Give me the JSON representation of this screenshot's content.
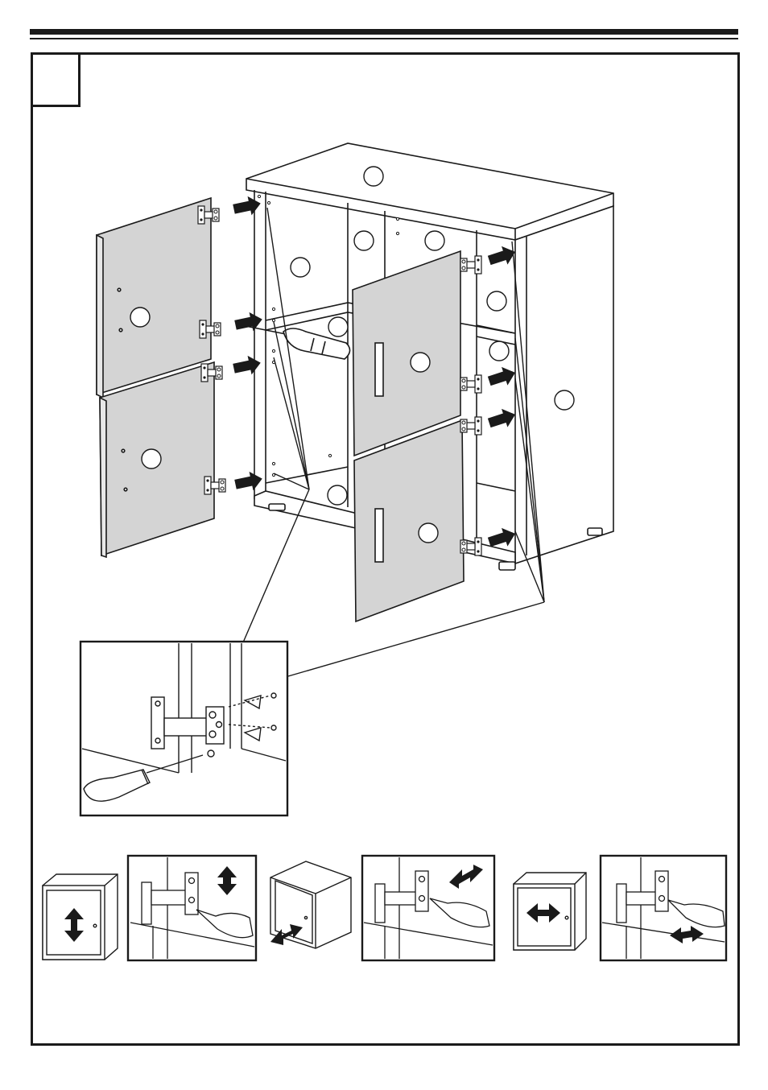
{
  "step": {
    "number": ""
  },
  "part_labels": [
    {
      "id": "top-panel",
      "text": ""
    },
    {
      "id": "inner-left-upper",
      "text": ""
    },
    {
      "id": "inner-divider-a",
      "text": ""
    },
    {
      "id": "inner-divider-b",
      "text": ""
    },
    {
      "id": "left-shelf",
      "text": ""
    },
    {
      "id": "right-inner-upper",
      "text": ""
    },
    {
      "id": "right-shelf",
      "text": ""
    },
    {
      "id": "side-panel-right",
      "text": ""
    },
    {
      "id": "bottom-shelf",
      "text": ""
    },
    {
      "id": "door-left-upper",
      "text": ""
    },
    {
      "id": "door-left-lower",
      "text": ""
    },
    {
      "id": "door-right-upper",
      "text": ""
    },
    {
      "id": "door-right-lower",
      "text": ""
    }
  ],
  "adjustments": [
    {
      "id": "vertical",
      "direction": "up-down"
    },
    {
      "id": "depth",
      "direction": "in-out"
    },
    {
      "id": "lateral",
      "direction": "left-right"
    }
  ],
  "colors": {
    "line": "#1a1a1a",
    "door_fill": "#d4d4d4",
    "panel_fill": "#ffffff"
  }
}
